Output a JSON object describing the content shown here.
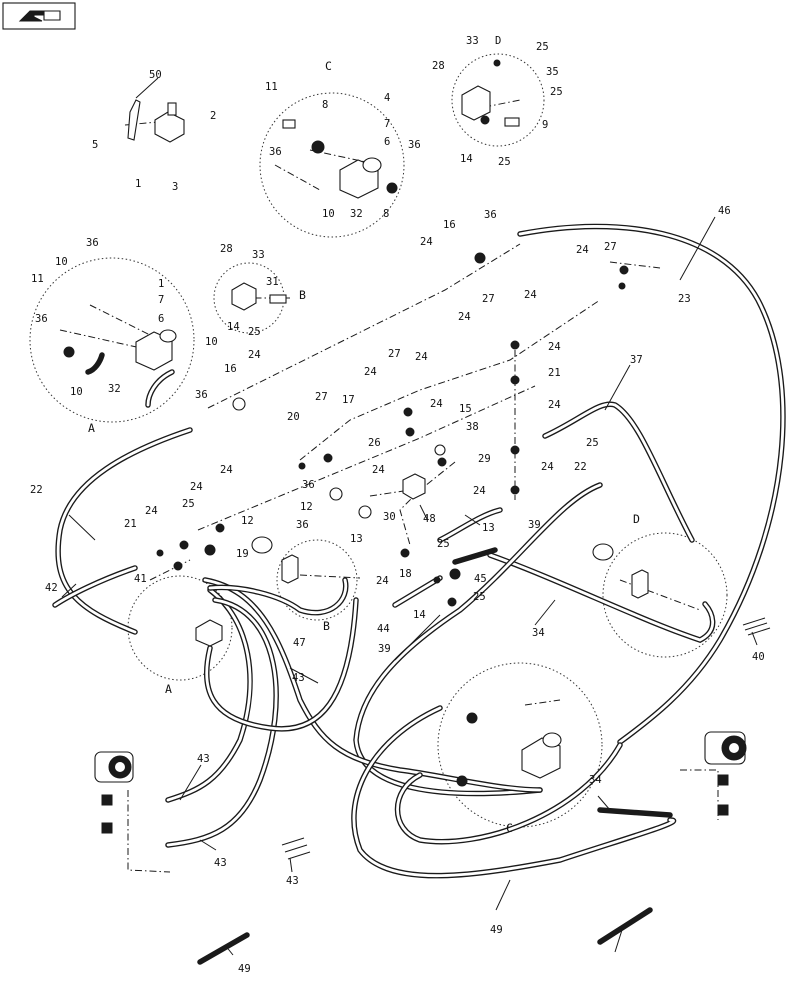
{
  "corner_icon": "pointing-hand-icon",
  "detail_labels": {
    "A_top_left": "A",
    "A_center": "A",
    "B_top": "B",
    "B_center": "B",
    "C_top": "C",
    "C_bottom": "C",
    "D_top": "D",
    "D_right": "D"
  },
  "callouts": [
    "50",
    "5",
    "2",
    "1",
    "3",
    "11",
    "8",
    "4",
    "7",
    "6",
    "36",
    "36",
    "10",
    "32",
    "8",
    "33",
    "D",
    "25",
    "28",
    "35",
    "25",
    "9",
    "14",
    "25",
    "46",
    "36",
    "16",
    "24",
    "24",
    "27",
    "23",
    "36",
    "10",
    "11",
    "7",
    "1",
    "36",
    "6",
    "10",
    "32",
    "10",
    "28",
    "33",
    "31",
    "14",
    "25",
    "16",
    "24",
    "36",
    "27",
    "24",
    "24",
    "24",
    "24",
    "21",
    "24",
    "25",
    "22",
    "37",
    "27",
    "24",
    "24",
    "24",
    "17",
    "26",
    "15",
    "38",
    "29",
    "24",
    "24",
    "20",
    "24",
    "12",
    "36",
    "12",
    "30",
    "48",
    "13",
    "39",
    "22",
    "24",
    "25",
    "21",
    "19",
    "41",
    "36",
    "13",
    "24",
    "18",
    "25",
    "14",
    "25",
    "45",
    "44",
    "47",
    "42",
    "34",
    "40",
    "39",
    "43",
    "43",
    "43",
    "34",
    "43",
    "49",
    "49"
  ]
}
